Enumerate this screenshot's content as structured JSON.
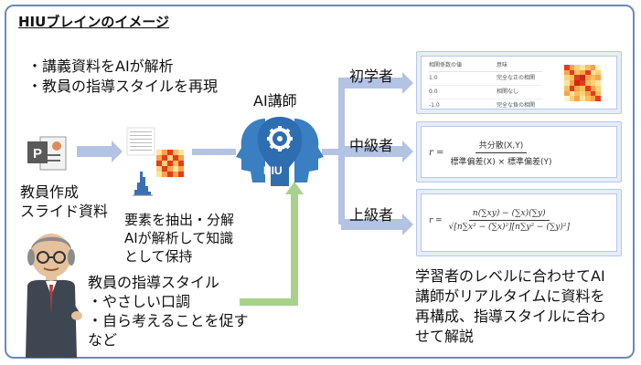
{
  "title": "HIUブレインのイメージ",
  "bullets": [
    "・講義資料をAIが解析",
    "・教員の指導スタイルを再現"
  ],
  "slide_label": [
    "教員作成",
    "スライド資料"
  ],
  "extract_text": [
    "要素を抽出・分解",
    "AIが解析して知識",
    "として保持"
  ],
  "ai_label": "AI講師",
  "hiu_label": "HIU",
  "style_text": [
    "教員の指導スタイル",
    "・やさしい口調",
    "・自ら考えることを促す",
    "など"
  ],
  "levels": [
    "初学者",
    "中級者",
    "上級者"
  ],
  "result_text": [
    "学習者のレベルに合わせてAI",
    "講師がリアルタイムに資料を",
    "再構成、指導スタイルに合わ",
    "せて解説"
  ],
  "formula_mid": {
    "lhs": "r =",
    "num": "共分散(X,Y)",
    "den": "標準偏差(X) × 標準偏差(Y)"
  },
  "formula_adv": {
    "lhs": "r =",
    "num": "n(∑xy) − (∑x)(∑y)",
    "den": "√[n∑x² − (∑x)²][n∑y² − (∑y)²]"
  },
  "table_rows": [
    [
      "相関係数の値",
      "意味"
    ],
    [
      "1.0",
      "完全な正の相関"
    ],
    [
      "0.0",
      "相関なし"
    ],
    [
      "-1.0",
      "完全な負の相関"
    ]
  ],
  "colors": {
    "frame": "#6f88b8",
    "arrow": "#b3c3e3",
    "green_arrow": "#a8d28c",
    "head": "#3a7fc2"
  },
  "icons": [
    "powerpoint-icon",
    "brain-head-icon",
    "gear-icon",
    "teacher-avatar-icon"
  ]
}
